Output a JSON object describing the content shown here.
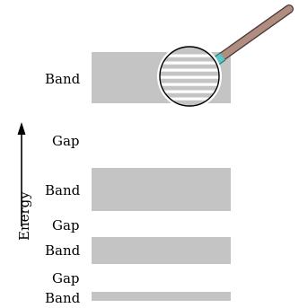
{
  "colors": {
    "band_fill": "#c4c4c4",
    "lens_highlight_lines": "#ffffff",
    "lens_rim": "#000000",
    "handle": "#b08d80",
    "handle_collar": "#5bc6c9",
    "arrow": "#000000",
    "text": "#000000"
  },
  "axis": {
    "label": "Energy",
    "arrow_direction": "up"
  },
  "levels": [
    {
      "type": "band",
      "label": "Band"
    },
    {
      "type": "gap",
      "label": "Gap"
    },
    {
      "type": "band",
      "label": "Band"
    },
    {
      "type": "gap",
      "label": "Gap"
    },
    {
      "type": "band",
      "label": "Band"
    },
    {
      "type": "gap",
      "label": "Gap"
    },
    {
      "type": "band",
      "label": "Band"
    }
  ],
  "magnifier": {
    "icon": "magnifying-glass-icon",
    "shows": "discrete energy levels within top band"
  }
}
